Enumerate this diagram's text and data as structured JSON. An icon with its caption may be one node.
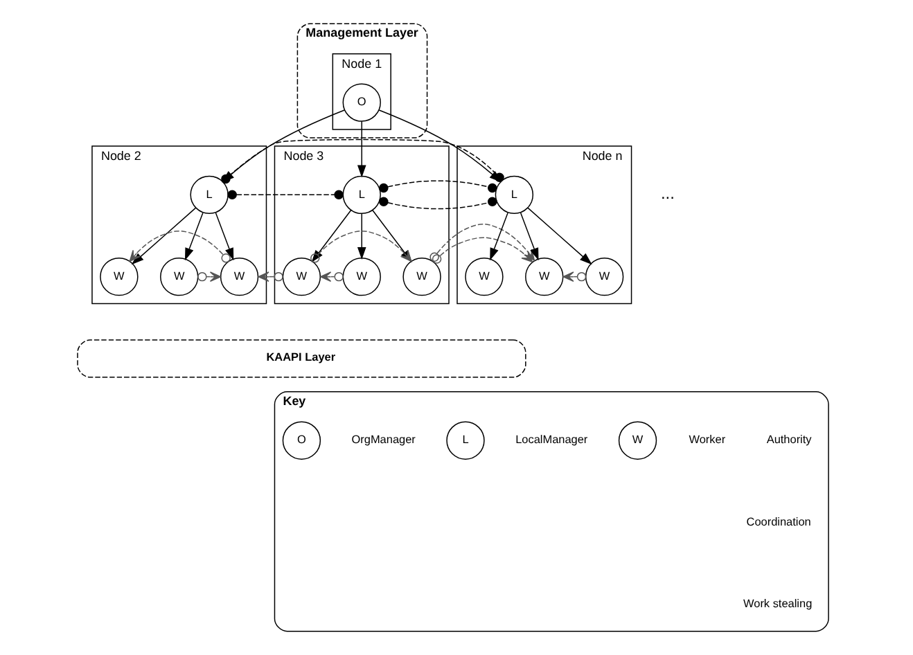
{
  "diagram": {
    "nodes": [
      {
        "text": [
          "Management Layer"
        ]
      },
      {
        "text": [
          "Node 1"
        ],
        "in": 0
      },
      {
        "text": [
          "O"
        ],
        "in": 1
      },
      {
        "text": [
          "Node 2"
        ]
      },
      {
        "text": [
          "L"
        ],
        "in": 3
      },
      {
        "text": [
          "W"
        ],
        "in": 3
      },
      {
        "text": [
          "W"
        ],
        "in": 3
      },
      {
        "text": [
          "W"
        ],
        "in": 3
      },
      {
        "text": [
          "Node 3"
        ]
      },
      {
        "text": [
          "L"
        ],
        "in": 8
      },
      {
        "text": [
          "W"
        ],
        "in": 8
      },
      {
        "text": [
          "W"
        ],
        "in": 8
      },
      {
        "text": [
          "W"
        ],
        "in": 8
      },
      {
        "text": [
          "Node n"
        ]
      },
      {
        "text": [
          "L"
        ],
        "in": 13
      },
      {
        "text": [
          "W"
        ],
        "in": 13
      },
      {
        "text": [
          "W"
        ],
        "in": 13
      },
      {
        "text": [
          "W"
        ],
        "in": 13
      },
      {
        "text": [
          "KAAPI Layer"
        ]
      },
      {
        "text": [
          "Key"
        ]
      },
      {
        "text": [
          "O"
        ],
        "in": 19
      },
      {
        "text": [
          "L"
        ],
        "in": 19
      },
      {
        "text": [
          "W"
        ],
        "in": 19
      }
    ],
    "edges": [
      {
        "from": 2,
        "to": 4,
        "arrow": "to"
      },
      {
        "from": 2,
        "to": 9,
        "arrow": "to"
      },
      {
        "from": 2,
        "to": 14,
        "arrow": "to"
      },
      {
        "from": 4,
        "to": 5,
        "arrow": "to"
      },
      {
        "from": 4,
        "to": 6,
        "arrow": "to"
      },
      {
        "from": 4,
        "to": 7,
        "arrow": "to"
      },
      {
        "from": 9,
        "to": 10,
        "arrow": "to"
      },
      {
        "from": 9,
        "to": 11,
        "arrow": "to"
      },
      {
        "from": 9,
        "to": 12,
        "arrow": "to"
      },
      {
        "from": 14,
        "to": 15,
        "arrow": "to"
      },
      {
        "from": 14,
        "to": 16,
        "arrow": "to"
      },
      {
        "from": 14,
        "to": 17,
        "arrow": "to"
      },
      {
        "from": 4,
        "to": 9,
        "arrow": "other",
        "style": "dashed"
      },
      {
        "from": 9,
        "to": 14,
        "arrow": "other",
        "style": "dashed"
      },
      {
        "from": 4,
        "to": 14,
        "arrow": "other",
        "style": "dashed"
      },
      {
        "from": 10,
        "to": 7,
        "arrow": "to",
        "style": "dashed",
        "color": "#555555"
      },
      {
        "from": 6,
        "to": 7,
        "arrow": "to",
        "style": "dashed",
        "color": "#555555"
      },
      {
        "from": 7,
        "to": 5,
        "arrow": "to",
        "style": "dashed",
        "color": "#555555"
      },
      {
        "from": 11,
        "to": 10,
        "arrow": "to",
        "style": "dashed",
        "color": "#555555"
      },
      {
        "from": 10,
        "to": 12,
        "arrow": "to",
        "style": "dashed",
        "color": "#555555"
      },
      {
        "from": 12,
        "to": 16,
        "arrow": "to",
        "style": "dashed",
        "color": "#555555"
      },
      {
        "from": 17,
        "to": 16,
        "arrow": "to",
        "style": "dashed",
        "color": "#555555"
      }
    ],
    "labels": [
      "..."
    ],
    "legend": [
      {
        "text": "OrgManager"
      },
      {
        "text": "LocalManager"
      },
      {
        "text": "Worker"
      },
      {
        "text": "Authority"
      },
      {
        "text": "Coordination"
      },
      {
        "text": "Work stealing"
      }
    ]
  }
}
